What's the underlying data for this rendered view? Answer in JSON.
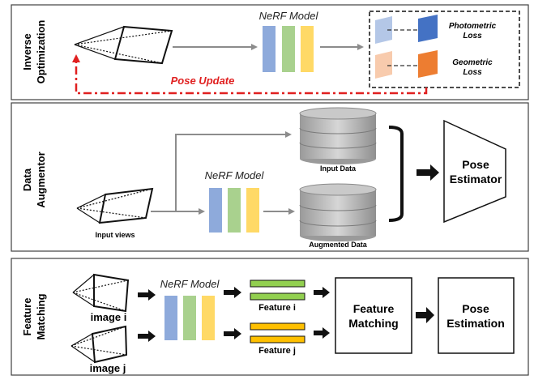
{
  "panels": {
    "inverse": {
      "side_label_1": "Inverse",
      "side_label_2": "Optimization",
      "nerf_label": "NeRF Model",
      "pose_update": "Pose Update",
      "photometric_1": "Photometric",
      "photometric_2": "Loss",
      "geometric_1": "Geometric",
      "geometric_2": "Loss"
    },
    "augmentor": {
      "side_label_1": "Data",
      "side_label_2": "Augmentor",
      "nerf_label": "NeRF Model",
      "input_data": "Input Data",
      "augmented_data": "Augmented Data",
      "input_views": "Input views",
      "pose_estimator_1": "Pose",
      "pose_estimator_2": "Estimator"
    },
    "matching": {
      "side_label_1": "Feature",
      "side_label_2": "Matching",
      "nerf_label": "NeRF Model",
      "image_i": "image i",
      "image_j": "image j",
      "feature_i": "Feature i",
      "feature_j": "Feature j",
      "feature_matching_1": "Feature",
      "feature_matching_2": "Matching",
      "pose_estimation_1": "Pose",
      "pose_estimation_2": "Estimation"
    }
  },
  "colors": {
    "bar_blue": "#8eaadb",
    "bar_green": "#a9d18e",
    "bar_yellow": "#ffd966",
    "pose_update_red": "#e02020",
    "arrow_gray": "#8c8c8c",
    "feature_green": "#92d050",
    "feature_orange": "#ffc000",
    "loss_blue_light": "#b4c7e7",
    "loss_blue_dark": "#4472c4",
    "loss_orange_light": "#f8cbad",
    "loss_orange_dark": "#ed7d31"
  }
}
